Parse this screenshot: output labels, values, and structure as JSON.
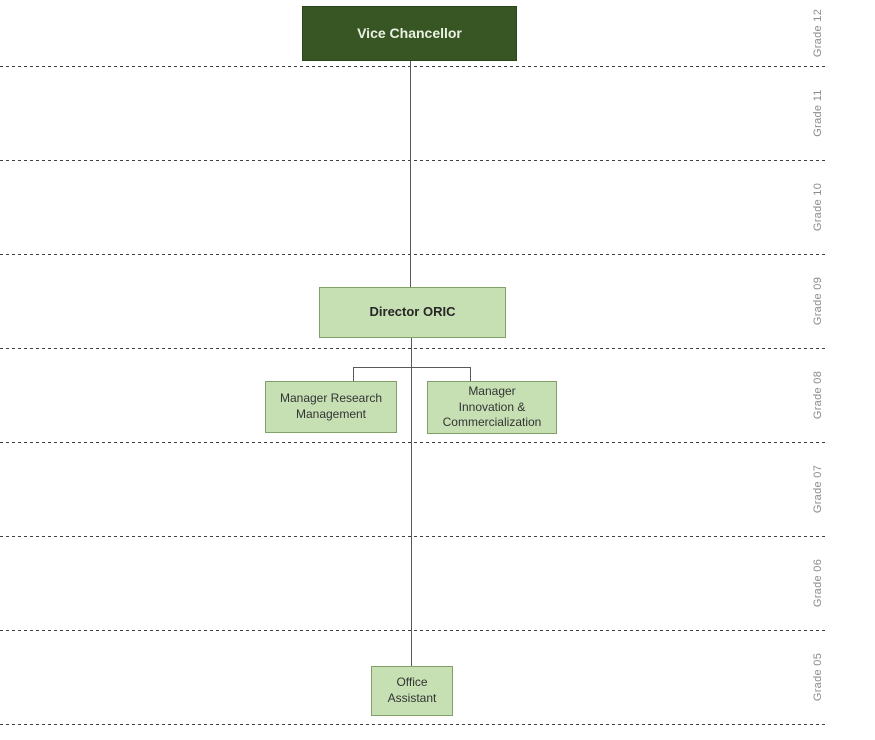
{
  "grades": [
    {
      "label": "Grade 12"
    },
    {
      "label": "Grade 11"
    },
    {
      "label": "Grade 10"
    },
    {
      "label": "Grade 09"
    },
    {
      "label": "Grade 08"
    },
    {
      "label": "Grade 07"
    },
    {
      "label": "Grade 06"
    },
    {
      "label": "Grade 05"
    }
  ],
  "nodes": {
    "vice_chancellor": {
      "lines": [
        "Vice Chancellor"
      ]
    },
    "director_oric": {
      "lines": [
        "Director ORIC"
      ]
    },
    "manager_research": {
      "lines": [
        "Manager Research",
        "Management"
      ]
    },
    "manager_innovation": {
      "lines": [
        "Manager",
        "Innovation &",
        "Commercialization"
      ]
    },
    "office_assistant": {
      "lines": [
        "Office",
        "Assistant"
      ]
    }
  },
  "colors": {
    "node_dark_fill": "#375623",
    "node_dark_border": "#2d471b",
    "node_dark_text": "#eaf1e2",
    "node_light_fill": "#c6e0b4",
    "node_border": "#82a168",
    "node_text": "#333333",
    "connector": "#595959",
    "grade_label_text": "#8c8c8c",
    "divider": "#404040",
    "background": "#ffffff"
  }
}
